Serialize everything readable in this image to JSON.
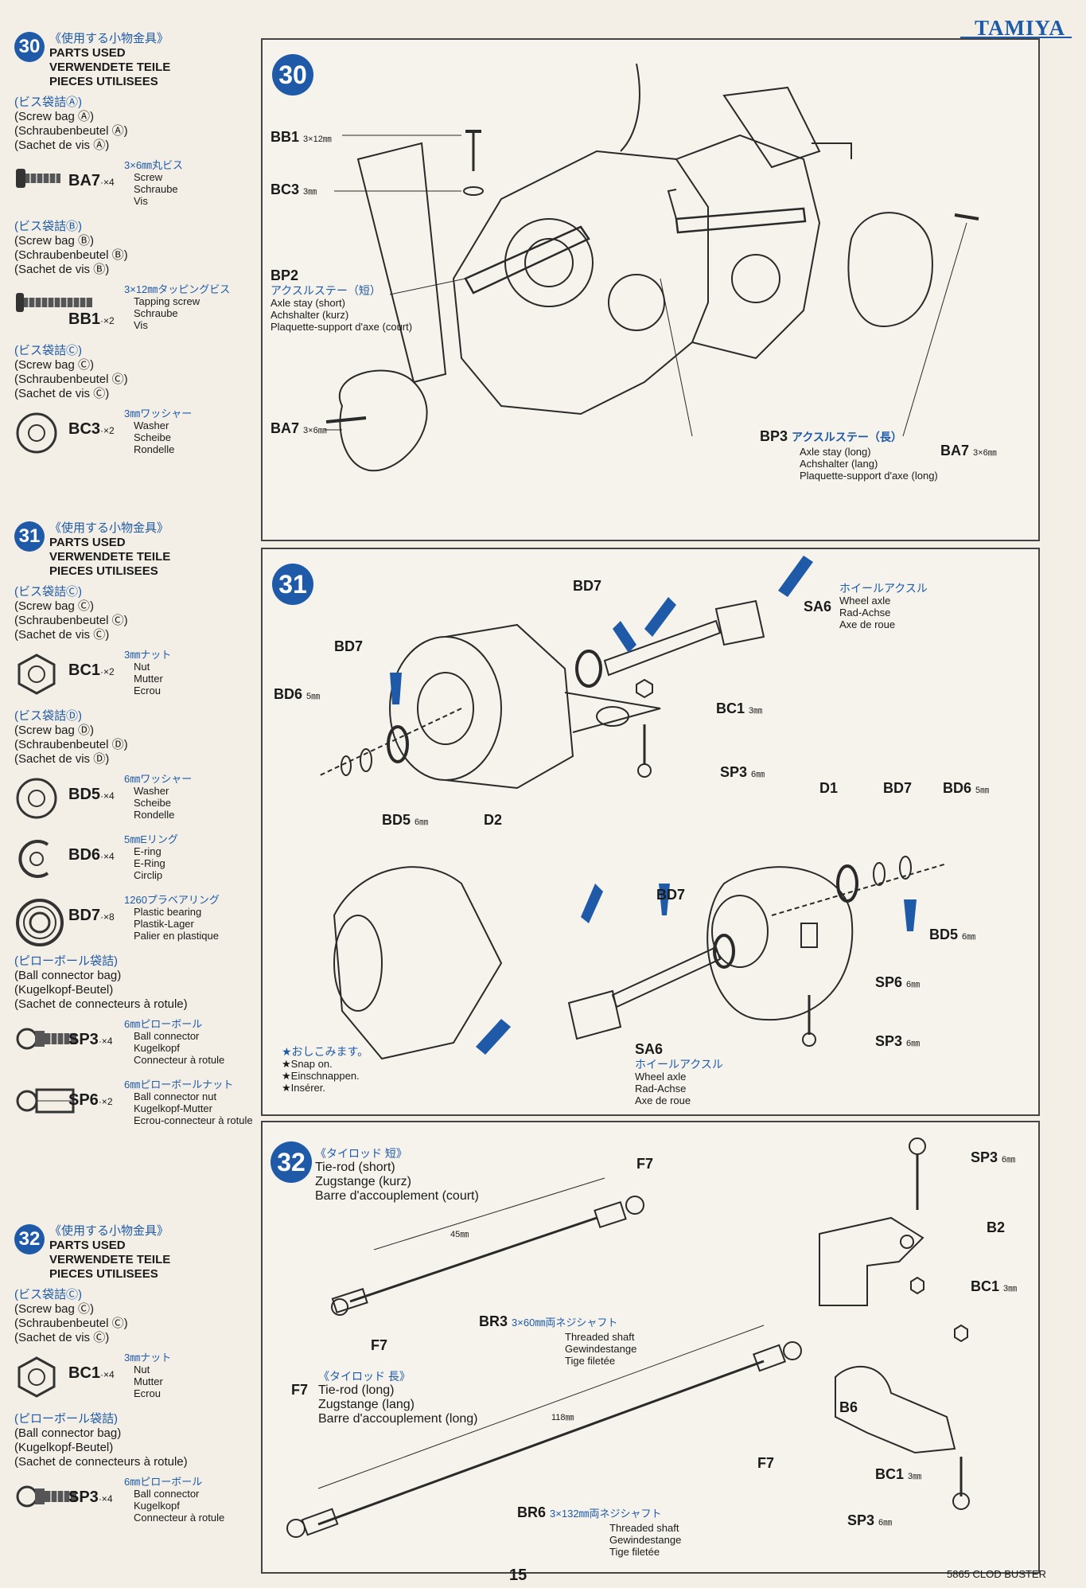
{
  "brand": "TAMIYA",
  "page_number": "15",
  "footer_code": "5865 CLOD BUSTER",
  "sidebar": {
    "step30": {
      "num": "30",
      "jp": "《使用する小物金具》",
      "en": "PARTS USED",
      "de": "VERWENDETE TEILE",
      "fr": "PIECES UTILISEES",
      "bags": [
        {
          "jp": "(ビス袋詰Ⓐ)",
          "en": "(Screw bag Ⓐ)",
          "de": "(Schraubenbeutel Ⓐ)",
          "fr": "(Sachet de vis Ⓐ)",
          "parts": [
            {
              "code": "BA7",
              "qty": "·×4",
              "jp": "3×6㎜丸ビス",
              "l1": "Screw",
              "l2": "Schraube",
              "l3": "Vis",
              "icon": "screw-icon"
            }
          ]
        },
        {
          "jp": "(ビス袋詰Ⓑ)",
          "en": "(Screw bag Ⓑ)",
          "de": "(Schraubenbeutel Ⓑ)",
          "fr": "(Sachet de vis Ⓑ)",
          "parts": [
            {
              "code": "BB1",
              "qty": "·×2",
              "jp": "3×12㎜タッピングビス",
              "l1": "Tapping screw",
              "l2": "Schraube",
              "l3": "Vis",
              "icon": "tapping-screw-icon"
            }
          ]
        },
        {
          "jp": "(ビス袋詰Ⓒ)",
          "en": "(Screw bag Ⓒ)",
          "de": "(Schraubenbeutel Ⓒ)",
          "fr": "(Sachet de vis Ⓒ)",
          "parts": [
            {
              "code": "BC3",
              "qty": "·×2",
              "jp": "3㎜ワッシャー",
              "l1": "Washer",
              "l2": "Scheibe",
              "l3": "Rondelle",
              "icon": "washer-icon"
            }
          ]
        }
      ]
    },
    "step31": {
      "num": "31",
      "jp": "《使用する小物金具》",
      "en": "PARTS USED",
      "de": "VERWENDETE TEILE",
      "fr": "PIECES UTILISEES",
      "bags": [
        {
          "jp": "(ビス袋詰Ⓒ)",
          "en": "(Screw bag Ⓒ)",
          "de": "(Schraubenbeutel Ⓒ)",
          "fr": "(Sachet de vis Ⓒ)",
          "parts": [
            {
              "code": "BC1",
              "qty": "·×2",
              "jp": "3㎜ナット",
              "l1": "Nut",
              "l2": "Mutter",
              "l3": "Ecrou",
              "icon": "nut-icon"
            }
          ]
        },
        {
          "jp": "(ビス袋詰Ⓓ)",
          "en": "(Screw bag Ⓓ)",
          "de": "(Schraubenbeutel Ⓓ)",
          "fr": "(Sachet de vis Ⓓ)",
          "parts": [
            {
              "code": "BD5",
              "qty": "·×4",
              "jp": "6㎜ワッシャー",
              "l1": "Washer",
              "l2": "Scheibe",
              "l3": "Rondelle",
              "icon": "washer-icon"
            },
            {
              "code": "BD6",
              "qty": "·×4",
              "jp": "5㎜Eリング",
              "l1": "E-ring",
              "l2": "E-Ring",
              "l3": "Circlip",
              "icon": "e-ring-icon"
            },
            {
              "code": "BD7",
              "qty": "·×8",
              "jp": "1260プラベアリング",
              "l1": "Plastic bearing",
              "l2": "Plastik-Lager",
              "l3": "Palier en plastique",
              "icon": "bearing-icon"
            }
          ]
        },
        {
          "jp": "(ピローボール袋詰)",
          "en": "(Ball connector bag)",
          "de": "(Kugelkopf-Beutel)",
          "fr": "(Sachet de connecteurs à rotule)",
          "parts": [
            {
              "code": "SP3",
              "qty": "·×4",
              "jp": "6㎜ピローボール",
              "l1": "Ball connector",
              "l2": "Kugelkopf",
              "l3": "Connecteur à rotule",
              "icon": "ball-connector-icon"
            },
            {
              "code": "SP6",
              "qty": "·×2",
              "jp": "6㎜ピローボールナット",
              "l1": "Ball connector nut",
              "l2": "Kugelkopf-Mutter",
              "l3": "Ecrou-connecteur à rotule",
              "icon": "ball-nut-icon"
            }
          ]
        }
      ]
    },
    "step32": {
      "num": "32",
      "jp": "《使用する小物金具》",
      "en": "PARTS USED",
      "de": "VERWENDETE TEILE",
      "fr": "PIECES UTILISEES",
      "bags": [
        {
          "jp": "(ビス袋詰Ⓒ)",
          "en": "(Screw bag Ⓒ)",
          "de": "(Schraubenbeutel Ⓒ)",
          "fr": "(Sachet de vis Ⓒ)",
          "parts": [
            {
              "code": "BC1",
              "qty": "·×4",
              "jp": "3㎜ナット",
              "l1": "Nut",
              "l2": "Mutter",
              "l3": "Ecrou",
              "icon": "nut-icon"
            }
          ]
        },
        {
          "jp": "(ピローボール袋詰)",
          "en": "(Ball connector bag)",
          "de": "(Kugelkopf-Beutel)",
          "fr": "(Sachet de connecteurs à rotule)",
          "parts": [
            {
              "code": "SP3",
              "qty": "·×4",
              "jp": "6㎜ピローボール",
              "l1": "Ball connector",
              "l2": "Kugelkopf",
              "l3": "Connecteur à rotule",
              "icon": "ball-connector-icon"
            }
          ]
        }
      ]
    }
  },
  "panel30": {
    "num": "30",
    "bb1": "BB1",
    "bb1_size": "3×12㎜",
    "bc3": "BC3",
    "bc3_size": "3㎜",
    "bp2": "BP2",
    "bp2_jp": "アクスルステー（短）",
    "bp2_en": "Axle stay (short)",
    "bp2_de": "Achshalter (kurz)",
    "bp2_fr": "Plaquette-support d'axe (court)",
    "ba7_left": "BA7",
    "ba7_left_size": "3×6㎜",
    "bp3": "BP3",
    "bp3_jp": "アクスルステー（長）",
    "bp3_en": "Axle stay (long)",
    "bp3_de": "Achshalter (lang)",
    "bp3_fr": "Plaquette-support d'axe (long)",
    "ba7_right": "BA7",
    "ba7_right_size": "3×6㎜"
  },
  "panel31": {
    "num": "31",
    "bd7_a": "BD7",
    "bd7_b": "BD7",
    "bd6_left": "BD6",
    "bd6_left_size": "5㎜",
    "bd5_left": "BD5",
    "bd5_left_size": "6㎜",
    "d2": "D2",
    "bc1": "BC1",
    "bc1_size": "3㎜",
    "sp3_a": "SP3",
    "sp3_a_size": "6㎜",
    "sa6_top": "SA6",
    "sa6_top_jp": "ホイールアクスル",
    "sa6_top_en": "Wheel axle",
    "sa6_top_de": "Rad-Achse",
    "sa6_top_fr": "Axe de roue",
    "d1": "D1",
    "bd7_c": "BD7",
    "bd6_right": "BD6",
    "bd6_right_size": "5㎜",
    "bd7_d": "BD7",
    "bd5_right": "BD5",
    "bd5_right_size": "6㎜",
    "sp6": "SP6",
    "sp6_size": "6㎜",
    "sp3_b": "SP3",
    "sp3_b_size": "6㎜",
    "sa6_bot": "SA6",
    "sa6_bot_jp": "ホイールアクスル",
    "sa6_bot_en": "Wheel axle",
    "sa6_bot_de": "Rad-Achse",
    "sa6_bot_fr": "Axe de roue",
    "note_jp": "★おしこみます。",
    "note_en": "★Snap on.",
    "note_de": "★Einschnappen.",
    "note_fr": "★Insérer."
  },
  "panel32": {
    "num": "32",
    "short_jp": "《タイロッド 短》",
    "short_en": "Tie-rod (short)",
    "short_de": "Zugstange (kurz)",
    "short_fr": "Barre d'accouplement (court)",
    "f7_a": "F7",
    "f7_b": "F7",
    "dim45": "45㎜",
    "br3": "BR3",
    "br3_jp": "3×60㎜両ネジシャフト",
    "br3_en": "Threaded shaft",
    "br3_de": "Gewindestange",
    "br3_fr": "Tige filetée",
    "long_jp": "《タイロッド 長》",
    "long_en": "Tie-rod (long)",
    "long_de": "Zugstange (lang)",
    "long_fr": "Barre d'accouplement (long)",
    "f7_c": "F7",
    "f7_d": "F7",
    "dim118": "118㎜",
    "br6": "BR6",
    "br6_jp": "3×132㎜両ネジシャフト",
    "br6_en": "Threaded shaft",
    "br6_de": "Gewindestange",
    "br6_fr": "Tige filetée",
    "sp3_top": "SP3",
    "sp3_top_size": "6㎜",
    "b2": "B2",
    "bc1_top": "BC1",
    "bc1_top_size": "3㎜",
    "b6": "B6",
    "bc1_bot": "BC1",
    "bc1_bot_size": "3㎜",
    "sp3_bot": "SP3",
    "sp3_bot_size": "6㎜"
  }
}
